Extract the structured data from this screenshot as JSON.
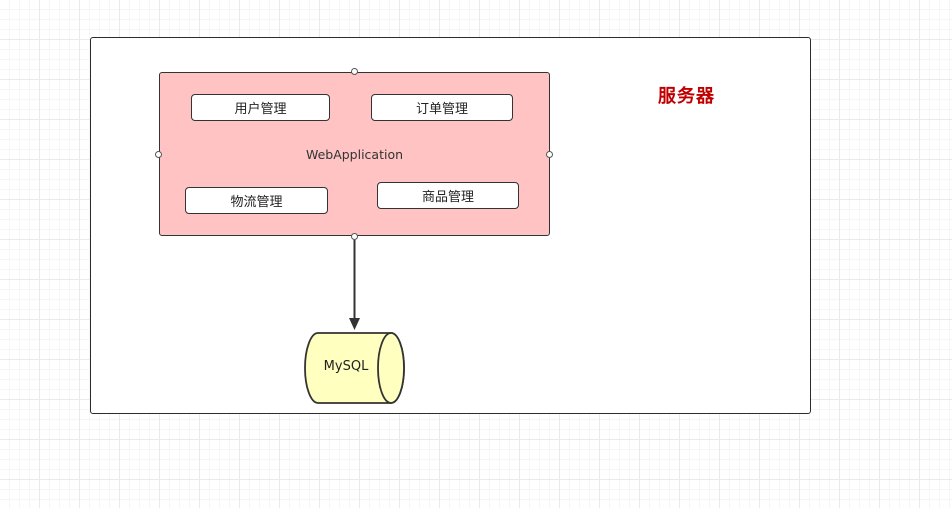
{
  "diagram": {
    "server": {
      "label": "服务器",
      "label_color": "#c00000"
    },
    "web_application": {
      "label": "WebApplication",
      "fill_color": "#ffc3c3",
      "modules": [
        {
          "label": "用户管理"
        },
        {
          "label": "订单管理"
        },
        {
          "label": "物流管理"
        },
        {
          "label": "商品管理"
        }
      ]
    },
    "database": {
      "label": "MySQL",
      "shape": "cylinder",
      "fill_color": "#ffffc0"
    },
    "connections": [
      {
        "from": "web_application",
        "to": "database",
        "arrow": "filled"
      }
    ]
  }
}
